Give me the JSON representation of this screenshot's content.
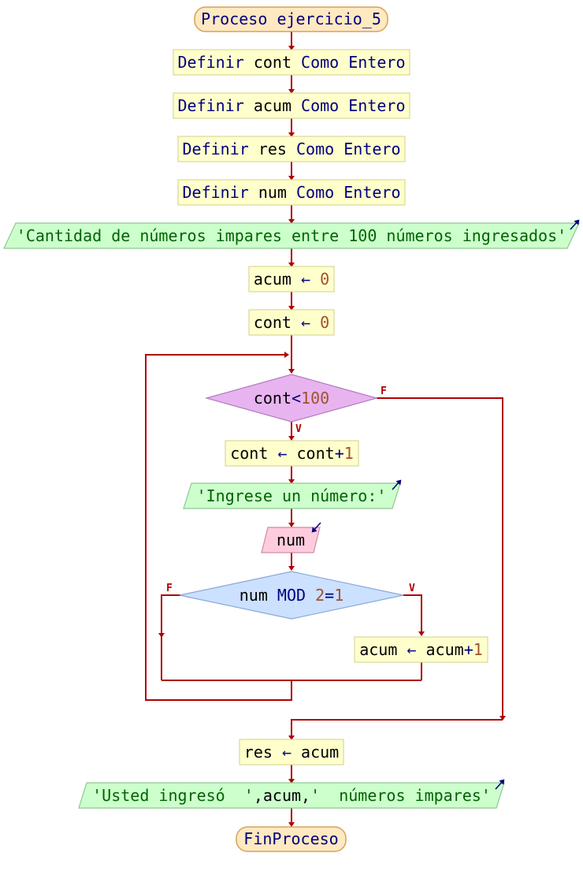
{
  "flowchart": {
    "start": {
      "kw": "Proceso",
      "name": "ejercicio_5"
    },
    "definitions": [
      {
        "kw1": "Definir",
        "var": "cont",
        "kw2": "Como",
        "type": "Entero"
      },
      {
        "kw1": "Definir",
        "var": "acum",
        "kw2": "Como",
        "type": "Entero"
      },
      {
        "kw1": "Definir",
        "var": "res",
        "kw2": "Como",
        "type": "Entero"
      },
      {
        "kw1": "Definir",
        "var": "num",
        "kw2": "Como",
        "type": "Entero"
      }
    ],
    "output_title": "'Cantidad de números impares entre 100 números ingresados'",
    "assign_acum": {
      "var": "acum",
      "arrow": "←",
      "value": "0"
    },
    "assign_cont": {
      "var": "cont",
      "arrow": "←",
      "value": "0"
    },
    "loop_condition": {
      "var": "cont",
      "op": "<",
      "value": "100"
    },
    "loop_true_label": "V",
    "loop_false_label": "F",
    "increment": {
      "var": "cont",
      "arrow": "←",
      "expr_var": "cont",
      "op": "+",
      "value": "1"
    },
    "prompt": "'Ingrese un número:'",
    "read_var": "num",
    "if_condition": {
      "var": "num",
      "kw": "MOD",
      "n1": "2",
      "op": "=",
      "n2": "1"
    },
    "if_false_label": "F",
    "if_true_label": "V",
    "accumulate": {
      "var": "acum",
      "arrow": "←",
      "expr_var": "acum",
      "op": "+",
      "value": "1"
    },
    "assign_res": {
      "var": "res",
      "arrow": "←",
      "value": "acum"
    },
    "final_output": {
      "s1": "'Usted ingresó  '",
      "c1": ",",
      "var": "acum",
      "c2": ",",
      "s2": "'  números impares'"
    },
    "end": "FinProceso",
    "colors": {
      "process_fill": "#ffffcc",
      "io_fill": "#ccffcc",
      "read_fill": "#ffccdd",
      "loop_fill": "#e8b4f0",
      "if_fill": "#cce0ff",
      "edge": "#b00000"
    }
  }
}
